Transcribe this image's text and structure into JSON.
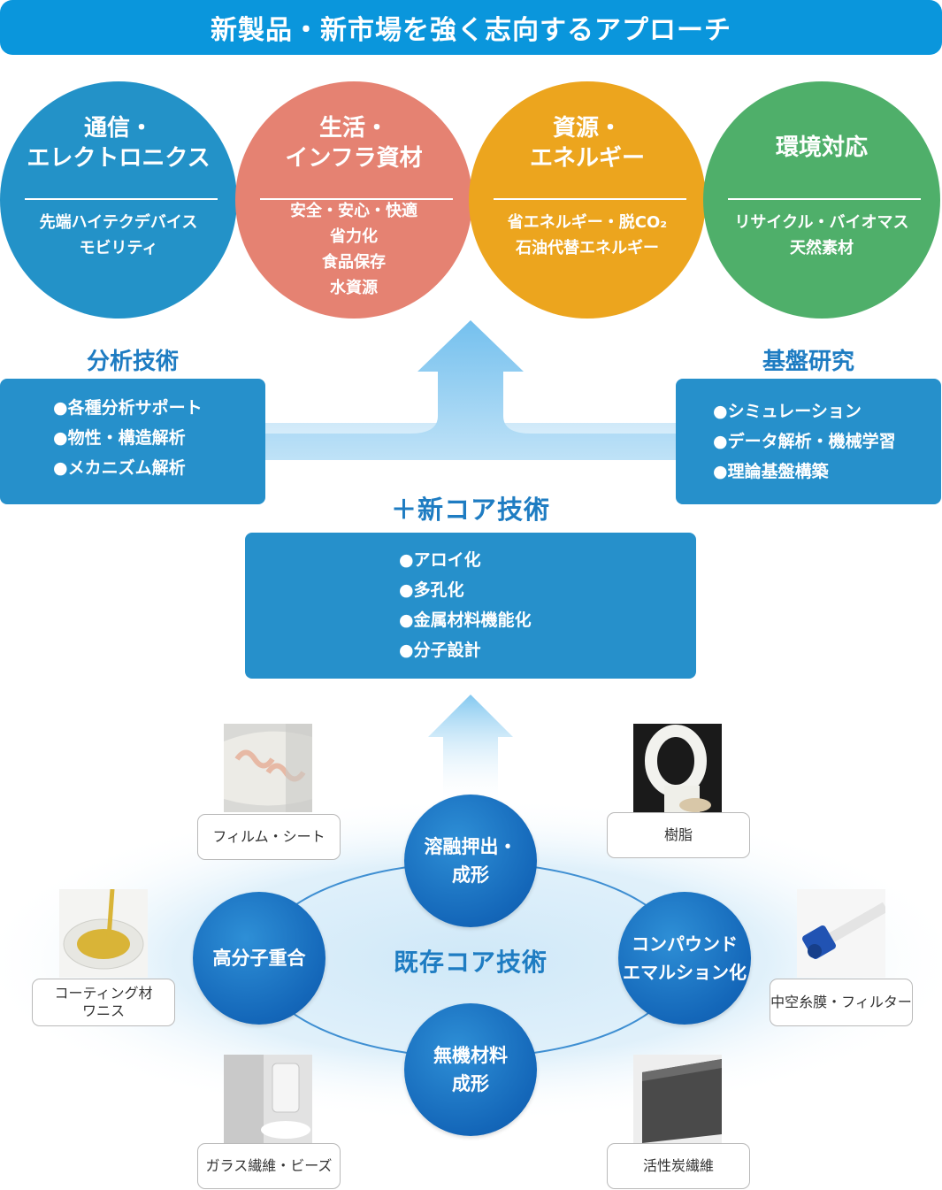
{
  "banner": {
    "title": "新製品・新市場を強く志向するアプローチ"
  },
  "markets": [
    {
      "title": "通信・\nエレクトロニクス",
      "items": [
        "先端ハイテクデバイス",
        "モビリティ"
      ],
      "color": "#2392c8"
    },
    {
      "title": "生活・\nインフラ資材",
      "items": [
        "安全・安心・快適",
        "省力化",
        "食品保存",
        "水資源"
      ],
      "color": "#e58272"
    },
    {
      "title": "資源・\nエネルギー",
      "items": [
        "省エネルギー・脱CO₂",
        "石油代替エネルギー"
      ],
      "color": "#eca51e"
    },
    {
      "title": "環境対応",
      "items": [
        "リサイクル・バイオマス",
        "天然素材"
      ],
      "color": "#4faf6a"
    }
  ],
  "analysis": {
    "title": "分析技術",
    "items": [
      "●各種分析サポート",
      "●物性・構造解析",
      "●メカニズム解析"
    ]
  },
  "foundation": {
    "title": "基盤研究",
    "items": [
      "●シミュレーション",
      "●データ解析・機械学習",
      "●理論基盤構築"
    ]
  },
  "new_core": {
    "title": "＋新コア技術",
    "items": [
      "●アロイ化",
      "●多孔化",
      "●金属材料機能化",
      "●分子設計"
    ]
  },
  "existing_core": {
    "title": "既存コア技術",
    "nodes": {
      "top": "溶融押出・\n成形",
      "left": "高分子重合",
      "right": "コンパウンド\nエマルション化",
      "bottom": "無機材料\n成形"
    }
  },
  "products": {
    "film": "フィルム・シート",
    "resin": "樹脂",
    "coating": "コーティング材\nワニス",
    "hollow_fiber": "中空糸膜・フィルター",
    "glass": "ガラス繊維・ビーズ",
    "carbon": "活性炭繊維"
  },
  "colors": {
    "accent": "#0a96dc",
    "box": "#2690cb",
    "node": "#1467b9",
    "arrow": "#7fc6ef"
  }
}
